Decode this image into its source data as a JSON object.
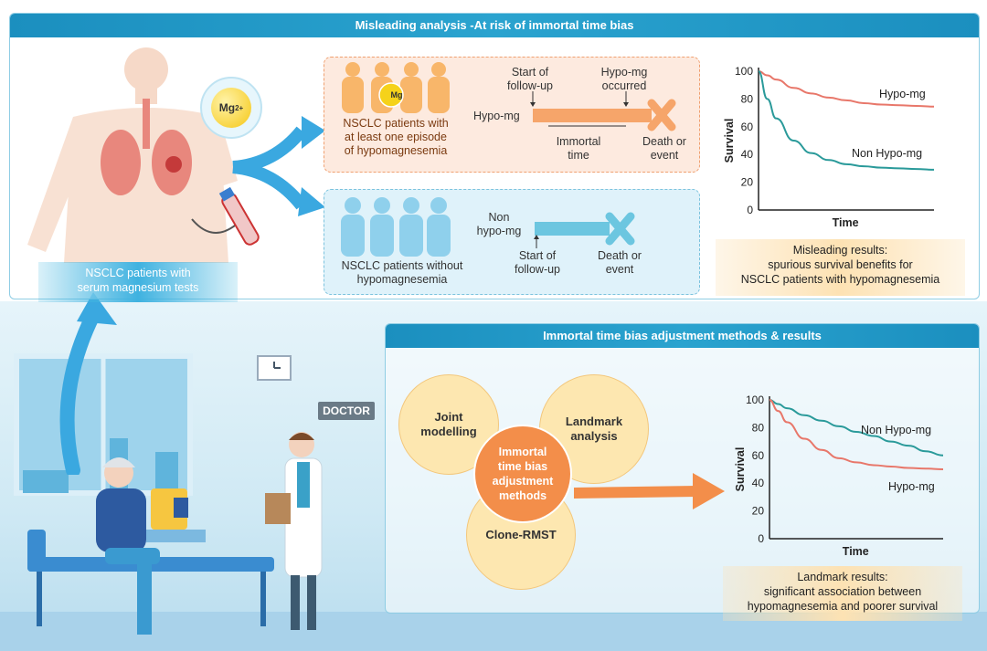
{
  "top_panel": {
    "title": "Misleading analysis -At risk of immortal time bias",
    "mg_badge": "Mg",
    "mg_badge_sup": "2+",
    "patients_label_line1": "NSCLC patients with",
    "patients_label_line2": "serum magnesium tests",
    "hypo_group": {
      "label_line1": "NSCLC patients with",
      "label_line2": "at least one episode",
      "label_line3": "of hypomagnesemia",
      "row_label": "Hypo-mg",
      "start_line1": "Start of",
      "start_line2": "follow-up",
      "occurred_line1": "Hypo-mg",
      "occurred_line2": "occurred",
      "immortal_line1": "Immortal",
      "immortal_line2": "time",
      "event_line1": "Death or",
      "event_line2": "event"
    },
    "non_hypo_group": {
      "label_line1": "NSCLC patients without",
      "label_line2": "hypomagnesemia",
      "row_label_line1": "Non",
      "row_label_line2": "hypo-mg",
      "start_line1": "Start of",
      "start_line2": "follow-up",
      "event_line1": "Death or",
      "event_line2": "event"
    },
    "result_line1": "Misleading results:",
    "result_line2": "spurious survival benefits for",
    "result_line3": "NSCLC patients with hypomagnesemia"
  },
  "bottom_panel": {
    "title": "Immortal time bias adjustment methods & results",
    "doctor_sign": "DOCTOR",
    "methods": {
      "joint_line1": "Joint",
      "joint_line2": "modelling",
      "landmark_line1": "Landmark",
      "landmark_line2": "analysis",
      "clone": "Clone-RMST",
      "center_line1": "Immortal",
      "center_line2": "time bias",
      "center_line3": "adjustment",
      "center_line4": "methods"
    },
    "result_line1": "Landmark results:",
    "result_line2": "significant association between",
    "result_line3": "hypomagnesemia and poorer survival"
  },
  "colors": {
    "hypo": "#e8776a",
    "non_hypo": "#2a9a9a",
    "accent_blue": "#1b8fbf",
    "accent_orange": "#f38e4a"
  },
  "chart_data": [
    {
      "type": "line",
      "xlabel": "Time",
      "ylabel": "Survival",
      "yticks": [
        0,
        20,
        40,
        60,
        80,
        100
      ],
      "ylim": [
        0,
        100
      ],
      "x": [
        0,
        0.05,
        0.1,
        0.2,
        0.3,
        0.4,
        0.5,
        0.6,
        0.7,
        0.8,
        0.9,
        1.0
      ],
      "series": [
        {
          "name": "Hypo-mg",
          "values": [
            100,
            97,
            94,
            88,
            84,
            81,
            79,
            77,
            76,
            75.5,
            75,
            74.5
          ]
        },
        {
          "name": "Non Hypo-mg",
          "values": [
            100,
            80,
            66,
            50,
            41,
            36,
            33,
            31.5,
            30.5,
            30,
            29.5,
            29
          ]
        }
      ]
    },
    {
      "type": "line",
      "xlabel": "Time",
      "ylabel": "Survival",
      "yticks": [
        0,
        20,
        40,
        60,
        80,
        100
      ],
      "ylim": [
        0,
        100
      ],
      "x": [
        0,
        0.05,
        0.1,
        0.2,
        0.3,
        0.4,
        0.5,
        0.6,
        0.7,
        0.8,
        0.9,
        1.0
      ],
      "series": [
        {
          "name": "Non Hypo-mg",
          "values": [
            100,
            97,
            94,
            89,
            85,
            81,
            77,
            74,
            70,
            67,
            63,
            60
          ]
        },
        {
          "name": "Hypo-mg",
          "values": [
            100,
            92,
            84,
            72,
            64,
            58,
            55,
            53,
            52,
            51,
            50.5,
            50
          ]
        }
      ]
    }
  ]
}
